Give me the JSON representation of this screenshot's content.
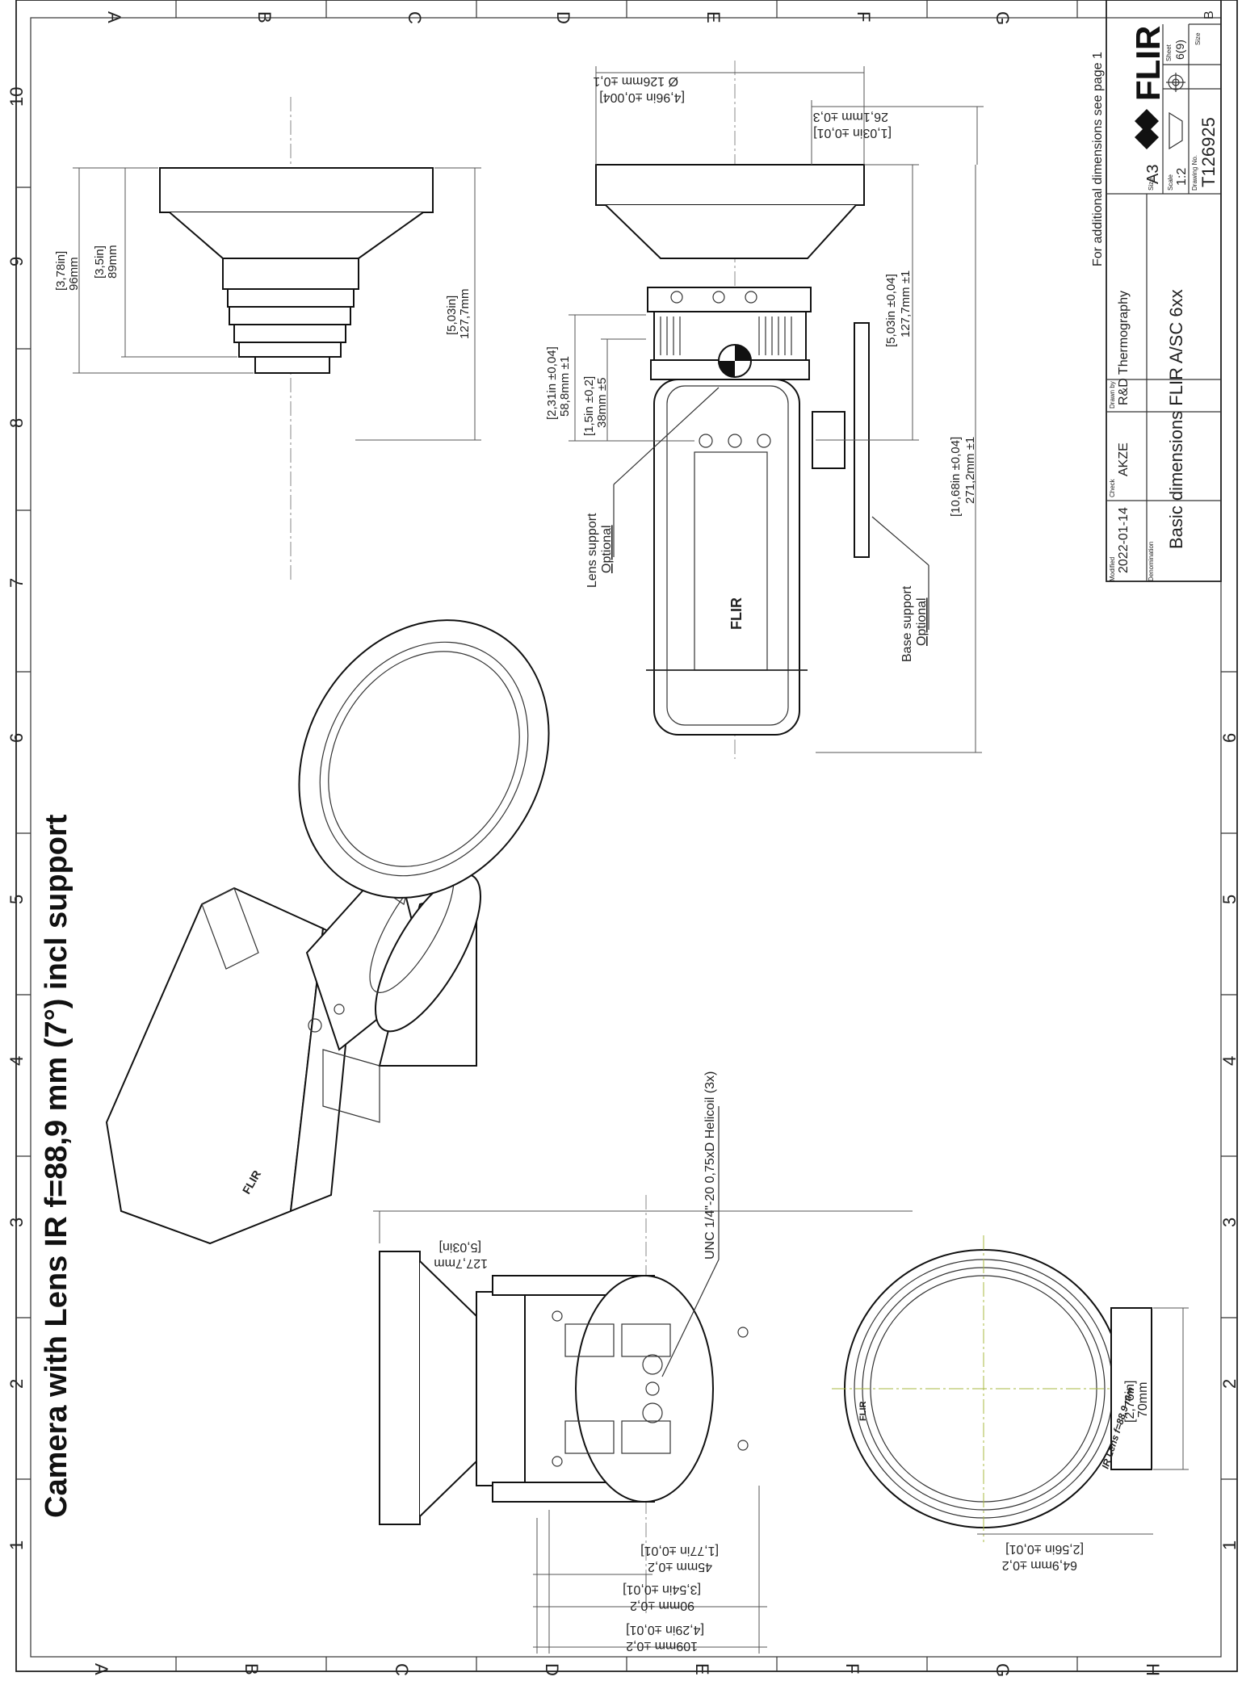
{
  "drawing": {
    "title": "Camera with Lens IR f=88,9 mm (7°) incl support",
    "note": "For additional dimensions see page 1",
    "logo": "FLIR",
    "grid_letters": [
      "A",
      "B",
      "C",
      "D",
      "E",
      "F",
      "G",
      "H"
    ],
    "grid_numbers": [
      "1",
      "2",
      "3",
      "4",
      "5",
      "6",
      "7",
      "8",
      "9",
      "10"
    ],
    "callouts": {
      "lens_support": [
        "Lens support",
        "Optional"
      ],
      "base_support": [
        "Base support",
        "Optional"
      ],
      "helicoil": "UNC 1/4\"-20 0,75xD Helicoil (3x)",
      "lens_ring": "IR Lens f=88,9 mm",
      "body_brand": "FLIR"
    },
    "dimensions": {
      "tl_96": [
        "[3,78in]",
        "96mm"
      ],
      "tl_89": [
        "[3,5in]",
        "89mm"
      ],
      "tl_127": [
        "[5,03in]",
        "127,7mm"
      ],
      "side_126": [
        "Ø 126mm ±0,1",
        "[4,96in ±0,004]"
      ],
      "side_26": [
        "26,1mm ±0,3",
        "[1,03in ±0,01]"
      ],
      "side_58": [
        "[2,31in ±0,04]",
        "58,8mm ±1"
      ],
      "side_38": [
        "[1,5in ±0,2]",
        "38mm ±5"
      ],
      "side_127": [
        "[5,03in ±0,04]",
        "127,7mm ±1"
      ],
      "side_271": [
        "[10,68in ±0,04]",
        "271,2mm ±1"
      ],
      "bottom_127": [
        "127,7mm",
        "[5,03in]"
      ],
      "bottom_45": [
        "45mm ±0,2",
        "[1,77in ±0,01]"
      ],
      "bottom_90": [
        "90mm ±0,2",
        "[3,54in ±0,01]"
      ],
      "bottom_109": [
        "109mm ±0,2",
        "[4,29in ±0,01]"
      ],
      "front_70": [
        "[2,76in]",
        "70mm"
      ],
      "front_64": [
        "64,9mm ±0,2",
        "[2,56in ±0,01]"
      ]
    },
    "title_block": {
      "drawn_by_label": "Drawn by",
      "drawn_by": "R&D Thermography",
      "check_label": "Check",
      "check": "AKZE",
      "modified_label": "Modified",
      "modified": "2022-01-14",
      "denomination_label": "Denomination",
      "denomination": "Basic dimensions FLIR A/SC 6xx",
      "size_label": "Size",
      "size": "A3",
      "scale_label": "Scale",
      "scale": "1:2",
      "sheet_label": "Sheet",
      "sheet": "6(9)",
      "drawing_no_label": "Drawing No.",
      "drawing_no": "T126925",
      "size2_label": "Size",
      "size2": "B"
    }
  }
}
